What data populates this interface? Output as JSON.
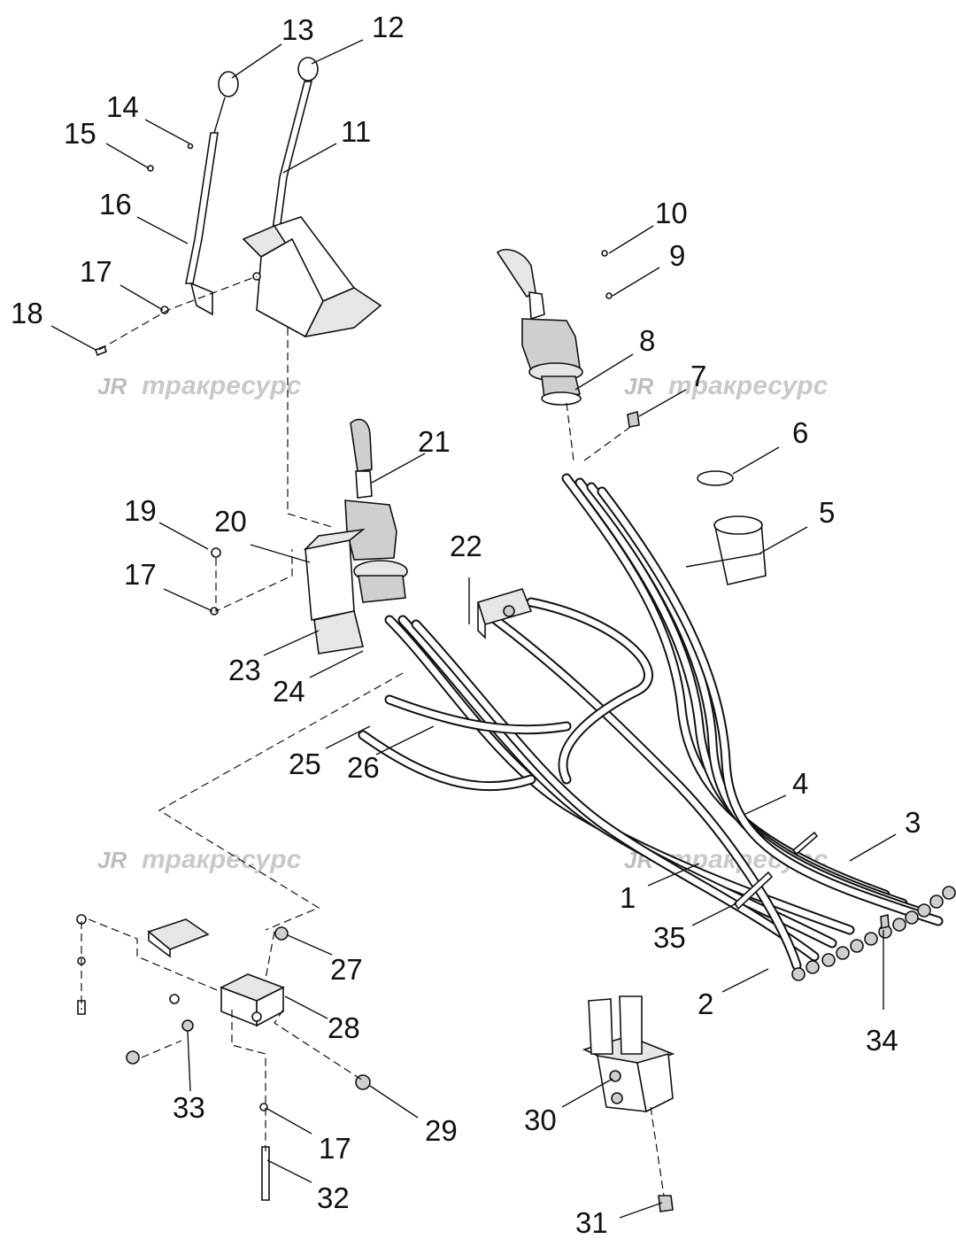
{
  "watermarks": [
    {
      "mark": "JR",
      "text": "тракресурс"
    },
    {
      "mark": "JR",
      "text": "тракресурс"
    },
    {
      "mark": "JR",
      "text": "тракресурс"
    },
    {
      "mark": "JR",
      "text": "тракресурс"
    }
  ],
  "labels": {
    "p1": "1",
    "p2": "2",
    "p3": "3",
    "p4": "4",
    "p5": "5",
    "p6": "6",
    "p7": "7",
    "p8": "8",
    "p9": "9",
    "p10": "10",
    "p11": "11",
    "p12": "12",
    "p13": "13",
    "p14": "14",
    "p15": "15",
    "p16": "16",
    "p17a": "17",
    "p17b": "17",
    "p17c": "17",
    "p18": "18",
    "p19": "19",
    "p20": "20",
    "p21": "21",
    "p22": "22",
    "p23": "23",
    "p24": "24",
    "p25": "25",
    "p26": "26",
    "p27": "27",
    "p28": "28",
    "p29": "29",
    "p30": "30",
    "p31": "31",
    "p32": "32",
    "p33": "33",
    "p34": "34",
    "p35": "35"
  }
}
